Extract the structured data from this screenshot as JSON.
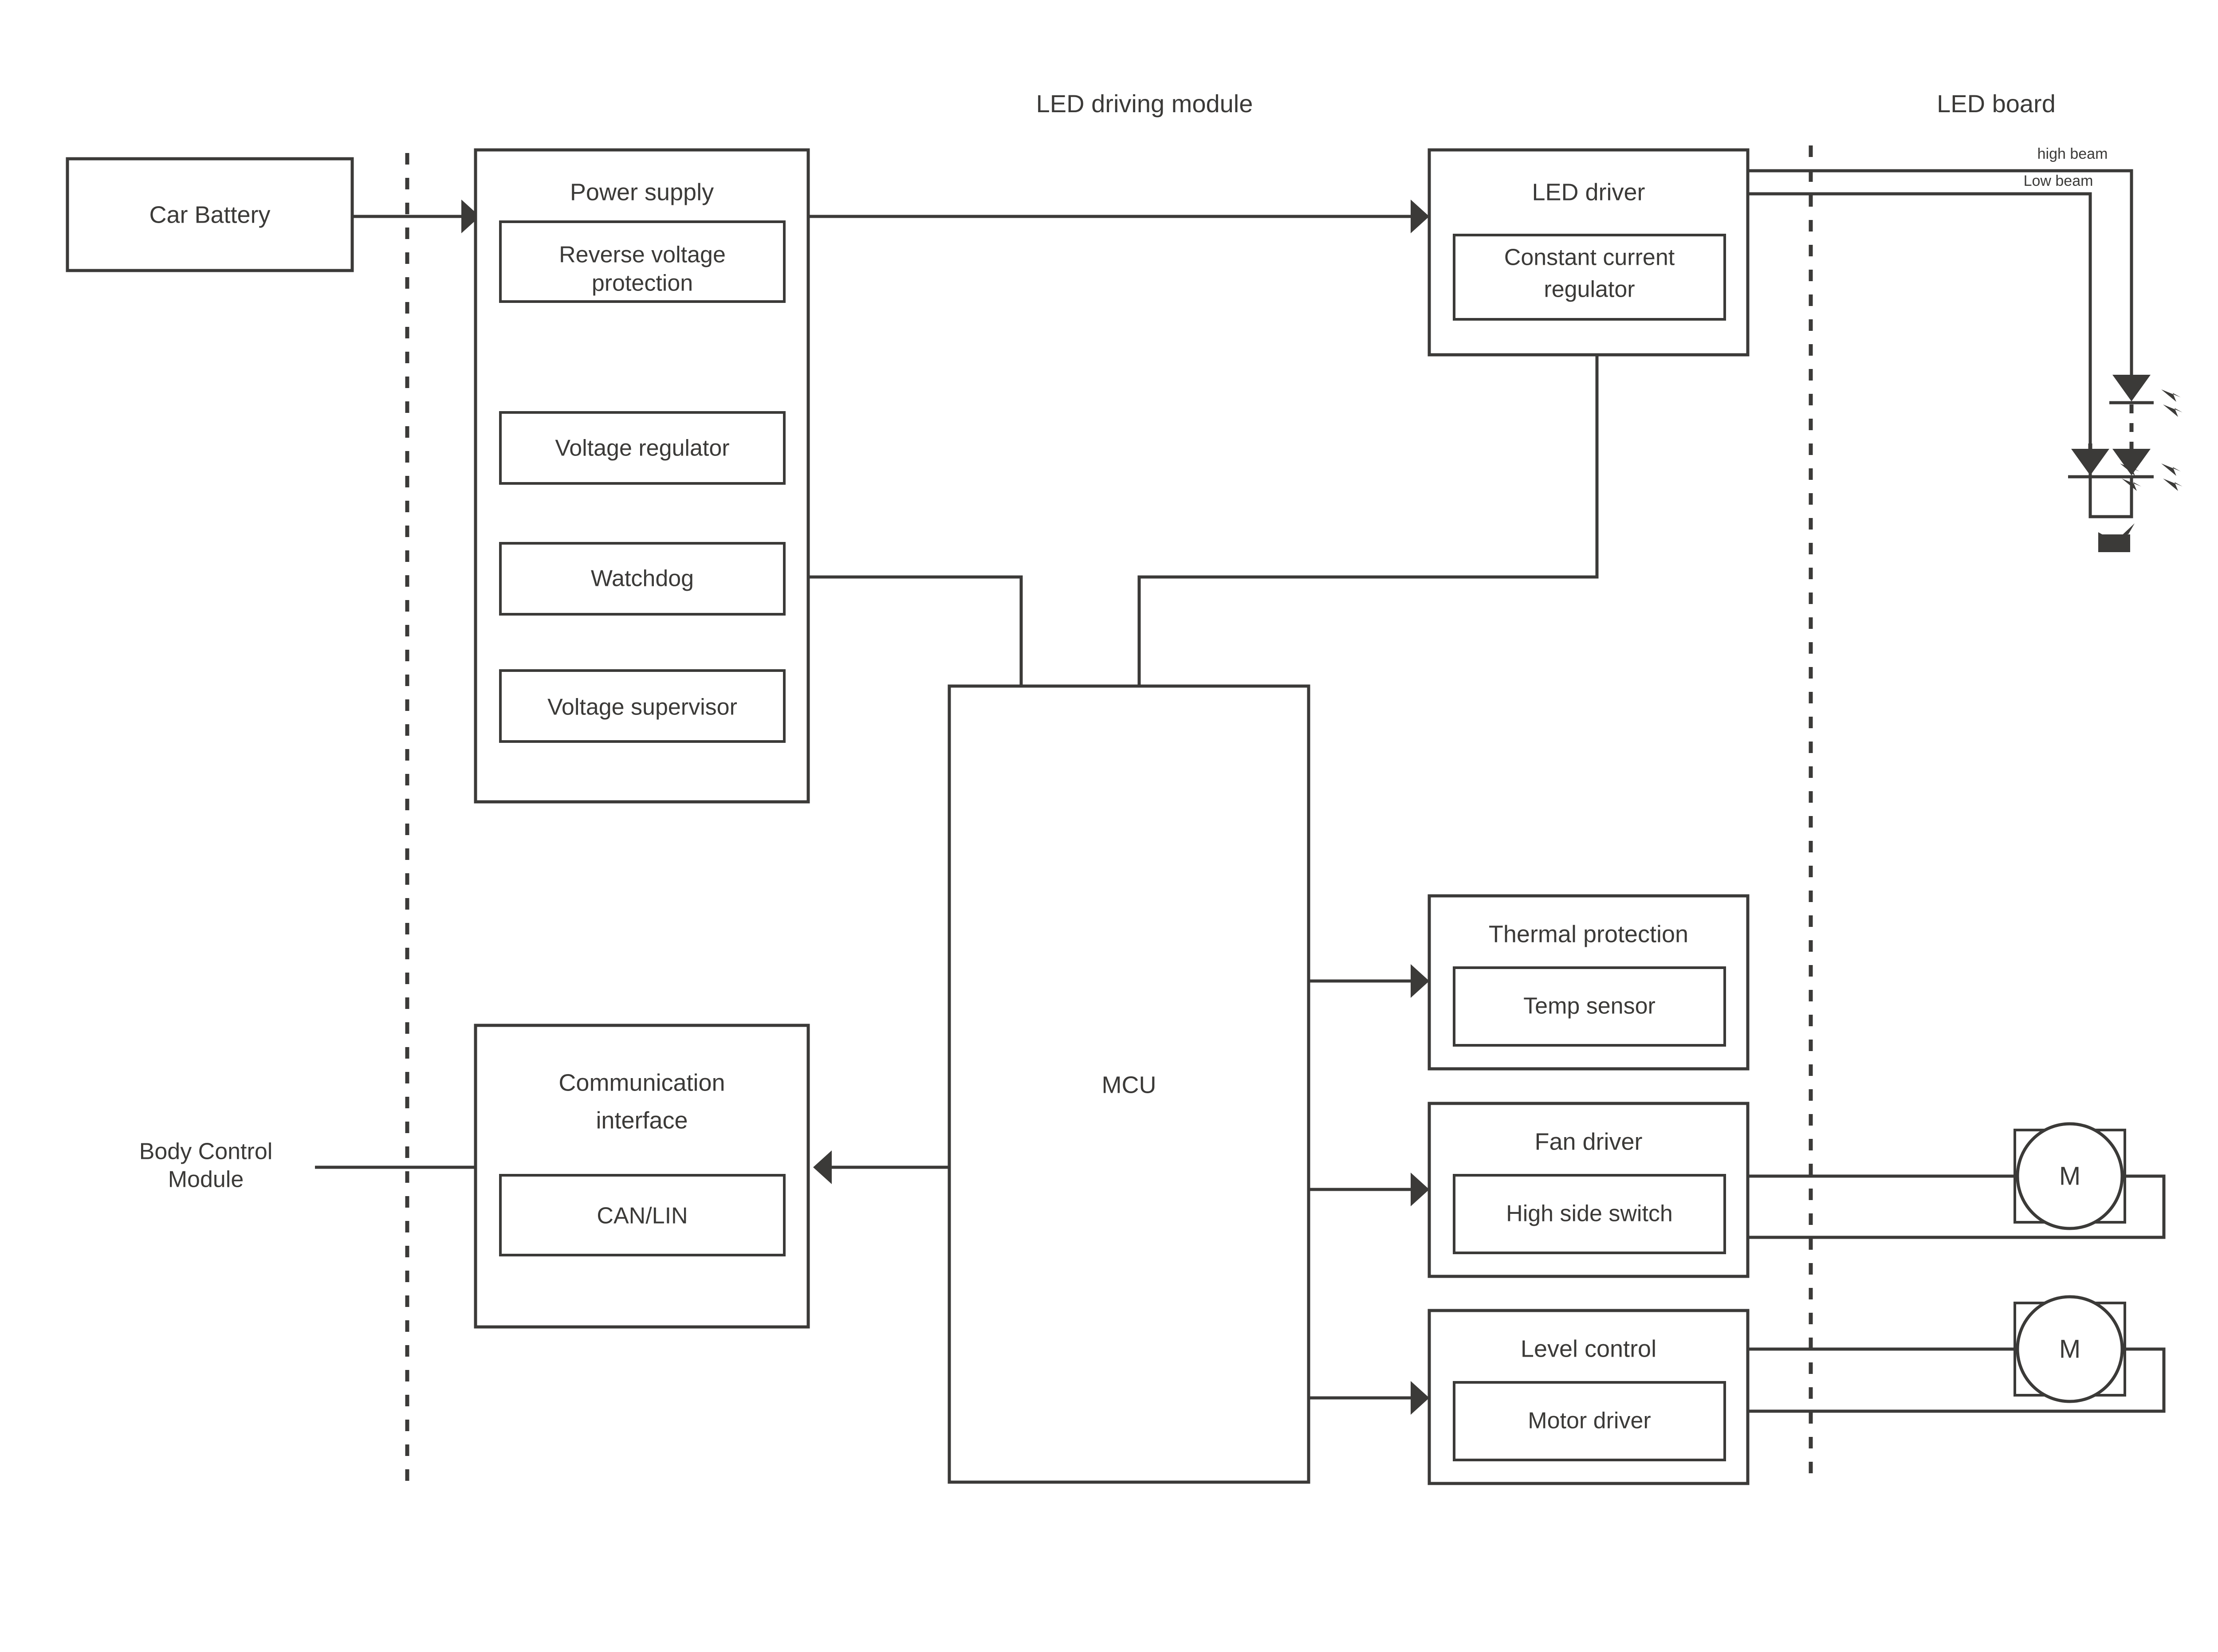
{
  "diagram": {
    "title_left": "LED driving module",
    "title_right": "LED board",
    "external": {
      "car_battery": "Car Battery",
      "body_control_module_line1": "Body Control",
      "body_control_module_line2": "Module"
    },
    "power_supply": {
      "label": "Power supply",
      "children": [
        "Reverse voltage",
        "protection",
        "Voltage regulator",
        "Watchdog",
        "Voltage supervisor"
      ],
      "child_reverse_line1": "Reverse voltage",
      "child_reverse_line2": "protection",
      "child_regulator": "Voltage regulator",
      "child_watchdog": "Watchdog",
      "child_supervisor": "Voltage supervisor"
    },
    "led_driver": {
      "label": "LED driver",
      "child_line1": "Constant current",
      "child_line2": "regulator"
    },
    "mcu": {
      "label": "MCU"
    },
    "communication_interface": {
      "label_line1": "Communication",
      "label_line2": "interface",
      "child": "CAN/LIN"
    },
    "thermal_protection": {
      "label": "Thermal protection",
      "child": "Temp sensor"
    },
    "fan_driver": {
      "label": "Fan driver",
      "child": "High side switch"
    },
    "level_control": {
      "label": "Level control",
      "child": "Motor driver"
    },
    "led_board": {
      "high_beam_label": "high beam",
      "low_beam_label": "Low beam"
    },
    "motors": {
      "fan_motor_label": "M",
      "level_motor_label": "M"
    },
    "colors": {
      "stroke": "#3b3a38",
      "background": "#ffffff"
    }
  }
}
